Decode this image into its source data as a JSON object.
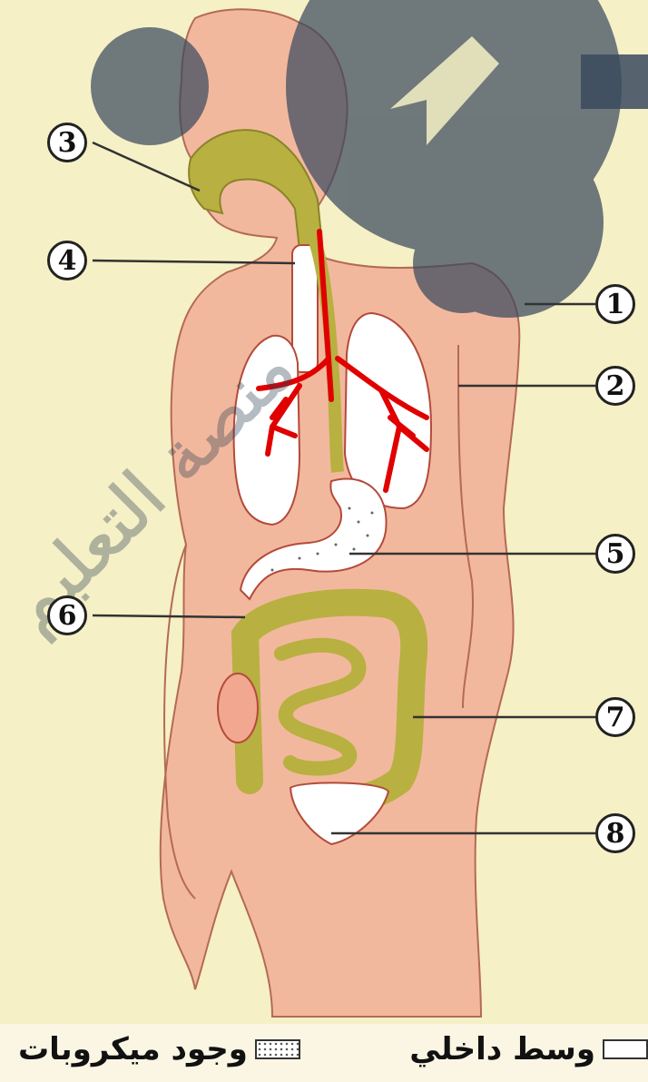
{
  "callouts": [
    {
      "id": "1",
      "label": "1"
    },
    {
      "id": "2",
      "label": "2"
    },
    {
      "id": "3",
      "label": "3"
    },
    {
      "id": "4",
      "label": "4"
    },
    {
      "id": "5",
      "label": "5"
    },
    {
      "id": "6",
      "label": "6"
    },
    {
      "id": "7",
      "label": "7"
    },
    {
      "id": "8",
      "label": "8"
    }
  ],
  "watermark": {
    "text": "منصة التعليم"
  },
  "legend": {
    "internal_medium": "وسط داخلي",
    "microbes_present": "وجود ميكروبات"
  },
  "colors": {
    "background": "#f6f0c6",
    "skin": "#f2b89e",
    "organ_outline": "#b44a3a",
    "microbe_region": "#b8b040",
    "lungs": "#ffffff",
    "annotation_red": "#e00000",
    "watermark_circles": "#3a4a5e"
  }
}
